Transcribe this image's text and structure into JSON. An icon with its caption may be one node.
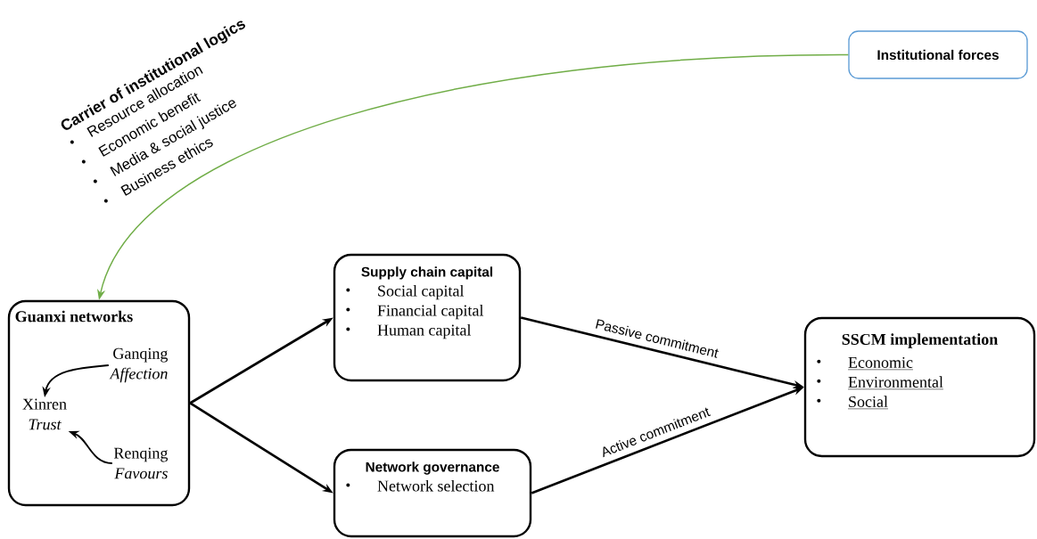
{
  "diagram": {
    "nodes": [
      {
        "text": [
          "Institutional forces"
        ]
      },
      {
        "text": [
          "Guanxi networks"
        ]
      },
      {
        "text": [
          "Ganqing",
          "Affection"
        ],
        "in": 1
      },
      {
        "text": [
          "Xinren",
          "Trust"
        ],
        "in": 1
      },
      {
        "text": [
          "Renqing",
          "Favours"
        ],
        "in": 1
      },
      {
        "text": [
          "Supply chain capital",
          "Social capital",
          "Financial capital",
          "Human capital"
        ]
      },
      {
        "text": [
          "Network governance",
          "Network selection"
        ]
      },
      {
        "text": [
          "SSCM implementation",
          "Economic",
          "Environmental",
          "Social"
        ]
      }
    ],
    "edges": [
      {
        "from": 0,
        "to": 1,
        "arrow": "to",
        "color": "#70ad47"
      },
      {
        "from": 2,
        "to": 3,
        "arrow": "to"
      },
      {
        "from": 4,
        "to": 3,
        "arrow": "to"
      },
      {
        "from": 1,
        "to": 5,
        "arrow": "to"
      },
      {
        "from": 1,
        "to": 6,
        "arrow": "to"
      },
      {
        "from": 5,
        "to": 7,
        "arrow": "to",
        "label": "Passive commitment"
      },
      {
        "from": 6,
        "to": 7,
        "arrow": "to",
        "label": "Active commitment"
      }
    ],
    "labels": [
      "Carrier of institutional logics",
      "Resource allocation",
      "Economic benefit",
      "Media & social justice",
      "Business ethics"
    ]
  }
}
